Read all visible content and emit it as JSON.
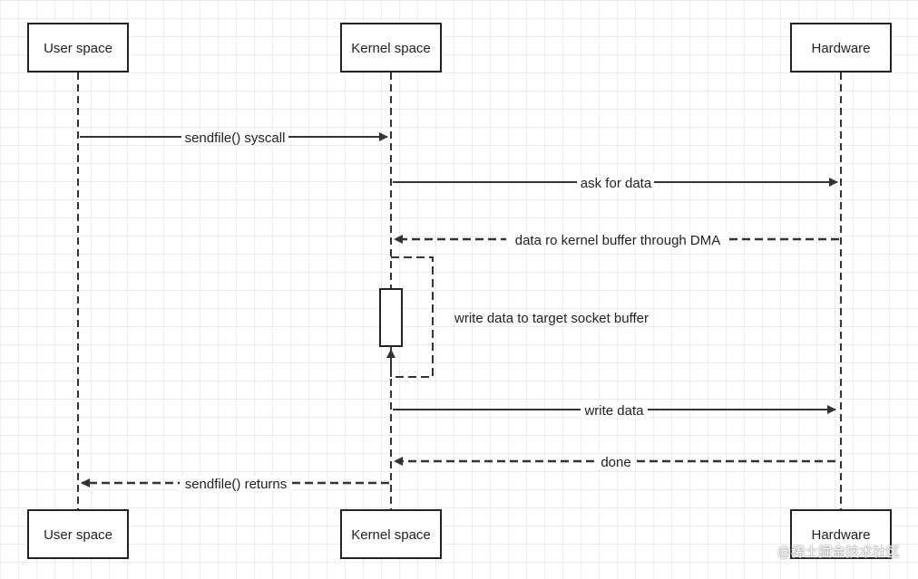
{
  "participants": {
    "user": "User space",
    "kernel": "Kernel space",
    "hardware": "Hardware"
  },
  "messages": {
    "m1": "sendfile() syscall",
    "m2": "ask for data",
    "m3": "data ro kernel buffer through DMA",
    "m4": "write data to target socket buffer",
    "m5": "write data",
    "m6": "done",
    "m7": "sendfile() returns"
  },
  "watermark": "@稀土掘金技术社区"
}
